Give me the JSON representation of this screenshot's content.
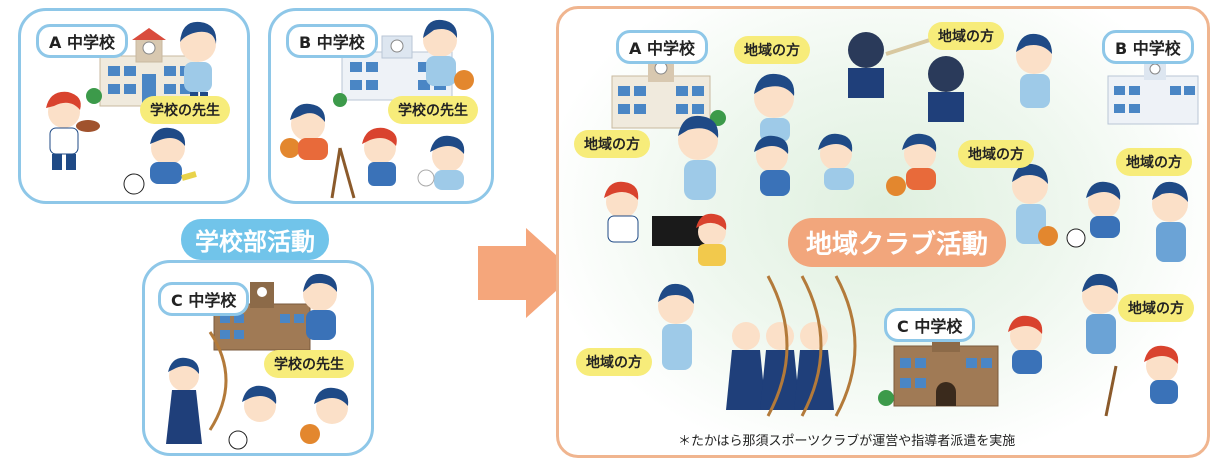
{
  "left": {
    "panels": [
      {
        "school": "A 中学校",
        "teacher": "学校の先生"
      },
      {
        "school": "B 中学校",
        "teacher": "学校の先生"
      },
      {
        "school": "C 中学校",
        "teacher": "学校の先生"
      }
    ],
    "title": "学校部活動"
  },
  "right": {
    "title": "地域クラブ活動",
    "schools": [
      "A 中学校",
      "B 中学校",
      "C 中学校"
    ],
    "community_label": "地域の方",
    "note": "＊たかはら那須スポーツクラブが運営や指導者派遣を実施"
  },
  "colors": {
    "panel_border_blue": "#8ec7e8",
    "right_border_orange": "#f0b58f",
    "yellow_tag": "#f7ec7a",
    "arrow_orange": "#f5a67b",
    "title_blue": "#71c4ea",
    "title_orange": "#f2a67c"
  }
}
